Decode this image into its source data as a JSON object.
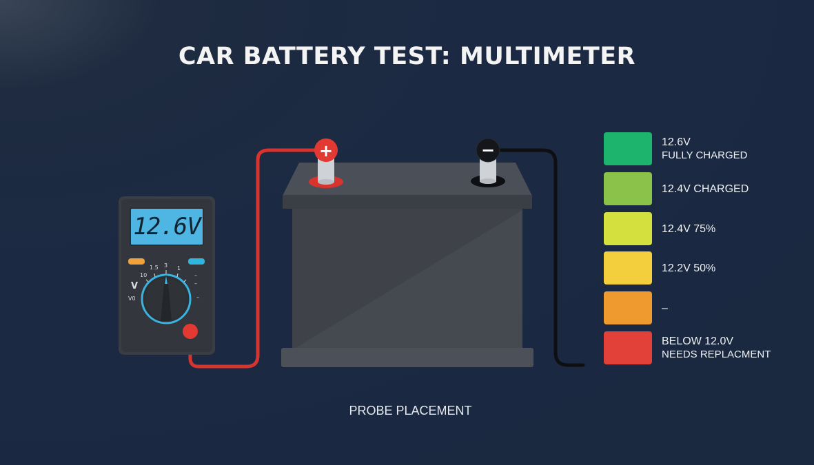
{
  "title": "CAR BATTERY TEST: MULTIMETER",
  "multimeter": {
    "display": "12.6V",
    "dial_labels": [
      "1.5",
      "3",
      "1",
      "10",
      "V",
      "V0",
      "–",
      "–",
      "–"
    ],
    "left_button_color": "#f2a23a",
    "right_button_color": "#2fb5de",
    "lcd_color": "#4fb6e3",
    "dial_ring_color": "#3bb3e0"
  },
  "battery": {
    "positive_symbol": "+",
    "negative_symbol": "−",
    "positive_color": "#e23a33",
    "negative_color": "#111111"
  },
  "legend": [
    {
      "color": "#1db46e",
      "line1": "12.6V",
      "line2": "FULLY CHARGED"
    },
    {
      "color": "#8bc34a",
      "line1": "12.4V CHARGED",
      "line2": ""
    },
    {
      "color": "#d3e03e",
      "line1": "12.4V 75%",
      "line2": ""
    },
    {
      "color": "#f3cf3d",
      "line1": "12.2V 50%",
      "line2": ""
    },
    {
      "color": "#ef9a2e",
      "line1": "–",
      "line2": ""
    },
    {
      "color": "#e2413a",
      "line1": "BELOW 12.0V",
      "line2": "NEEDS REPLACMENT"
    }
  ],
  "caption": "PROBE PLACEMENT"
}
